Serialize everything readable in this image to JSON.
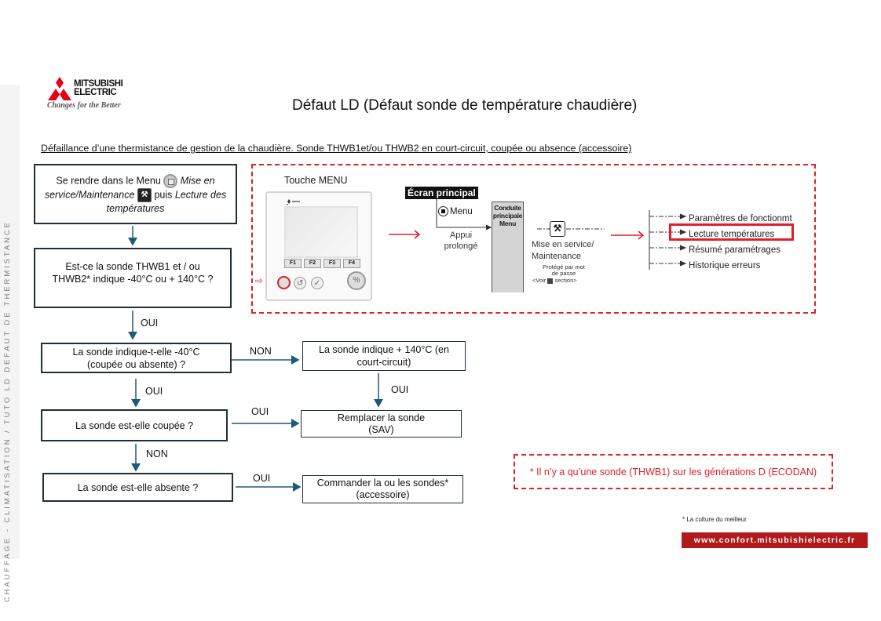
{
  "brand": {
    "name_line1": "MITSUBISHI",
    "name_line2": "ELECTRIC",
    "tagline": "Changes for the Better",
    "accent": "#e0202a",
    "url_bar_color": "#b01a1a"
  },
  "sidebar": {
    "text": "CHAUFFAGE - CLIMATISATION / TUTO LD DEFAUT DE THERMISTANCE"
  },
  "title": "Défaut LD (Défaut sonde de température chaudière)",
  "subtitle": "Défaillance d’une thermistance de gestion de la chaudière. Sonde THWB1et/ou THWB2 en court-circuit, coupée ou absence (accessoire)",
  "flow": {
    "step1": {
      "part1": "Se rendre dans le Menu",
      "part2": "Mise en service/Maintenance",
      "part3": "puis",
      "part4": "Lecture des températures"
    },
    "step2": "Est-ce la sonde THWB1 et / ou THWB2* indique -40°C ou + 140°C ?",
    "step3": "La sonde indique-t-elle -40°C (coupée ou absente) ?",
    "step3_no": "La sonde indique + 140°C (en court-circuit)",
    "step4": "La sonde est-elle coupée ?",
    "replace": "Remplacer la sonde (SAV)",
    "step5": "La sonde est-elle absente ?",
    "order": "Commander la ou les sondes* (accessoire)",
    "labels": {
      "oui1": "OUI",
      "oui2": "OUI",
      "non1": "NON",
      "oui3": "OUI",
      "oui4": "OUI",
      "non2": "NON",
      "oui5": "OUI"
    }
  },
  "menu_diagram": {
    "touch_label": "Touche MENU",
    "keys": [
      "F1",
      "F2",
      "F3",
      "F4"
    ],
    "main_screen": "Écran principal",
    "menu_button": "Menu",
    "long_press": "Appui prolongé",
    "main_menu": "Conduite principale Menu",
    "service_label": "Mise en service/ Maintenance",
    "protected": "Protégé par mot de passe",
    "see_section_prefix": "<Voir",
    "see_section_suffix": "section>",
    "options": [
      "Paramètres de fonctionmt",
      "Lecture températures",
      "Résumé paramétrages",
      "Historique erreurs"
    ],
    "highlighted_option": "Lecture températures"
  },
  "note": "* Il n’y a qu’une sonde (THWB1) sur les générations D (ECODAN)",
  "footnote": "* La culture du meilleur",
  "url": "www.confort.mitsubishielectric.fr"
}
